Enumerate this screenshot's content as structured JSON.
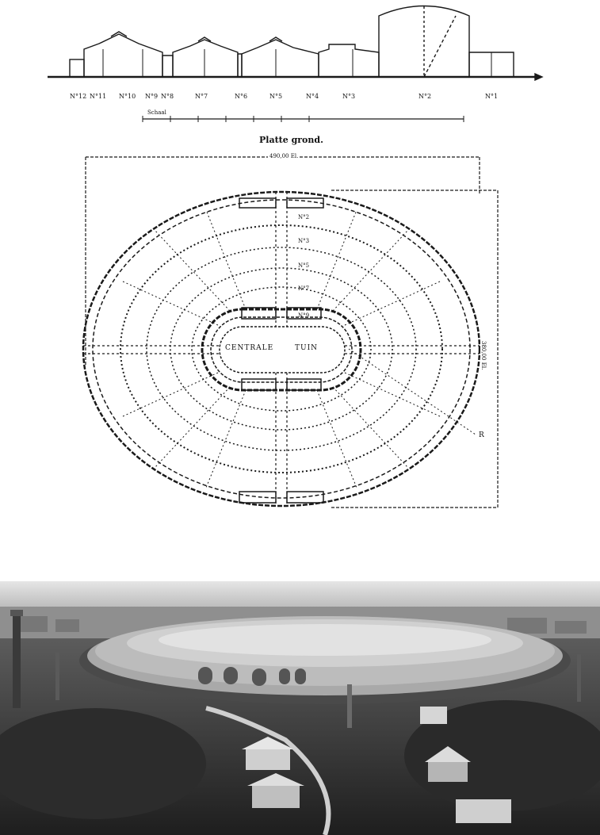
{
  "section": {
    "labels": [
      "N°12",
      "N°11",
      "N°10",
      "N°9",
      "N°8",
      "N°7",
      "N°6",
      "N°5",
      "N°4",
      "N°3",
      "N°2",
      "N°1"
    ],
    "scale_text": "Schaal"
  },
  "plan": {
    "title": "Platte grond.",
    "width_dim": "490,00 El.",
    "height_dim": "380,00 El.",
    "center_left": "CENTRALE",
    "center_right": "TUIN",
    "halls": [
      "N°2",
      "N°3",
      "N°5",
      "N°7",
      "N°9"
    ],
    "marker": "R"
  },
  "photo": {
    "subject": "exhibition-palace-aerial-photo"
  },
  "colors": {
    "ink": "#1a1a1a",
    "sky": "#d9d9d9",
    "ground": "#3a3a3a"
  }
}
